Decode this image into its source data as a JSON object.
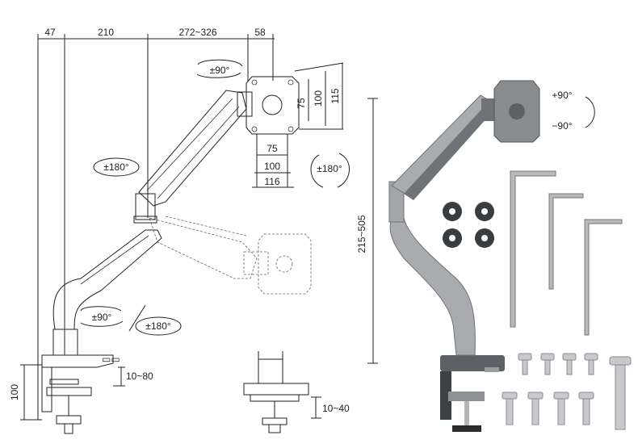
{
  "dimensions": {
    "top": [
      "47",
      "210",
      "272~326",
      "58"
    ],
    "vesa_vertical": [
      "75",
      "100",
      "115"
    ],
    "vesa_horizontal": [
      "75",
      "100",
      "116"
    ],
    "clamp_height": "100",
    "clamp_range": "10~80",
    "grommet_range": "10~40",
    "height_range": "215~505"
  },
  "rotations": {
    "tilt_top": "±90°",
    "arm_upper": "±180°",
    "head_swivel": "±180°",
    "base_tilt": "±90°",
    "base_swivel": "±180°",
    "photo_up": "+90°",
    "photo_down": "−90°"
  },
  "colors": {
    "arm": "#a9abae",
    "arm_dark": "#6f7276",
    "washer": "#3a3d40",
    "screw": "#c7c9cc",
    "key": "#b7b9bc"
  }
}
